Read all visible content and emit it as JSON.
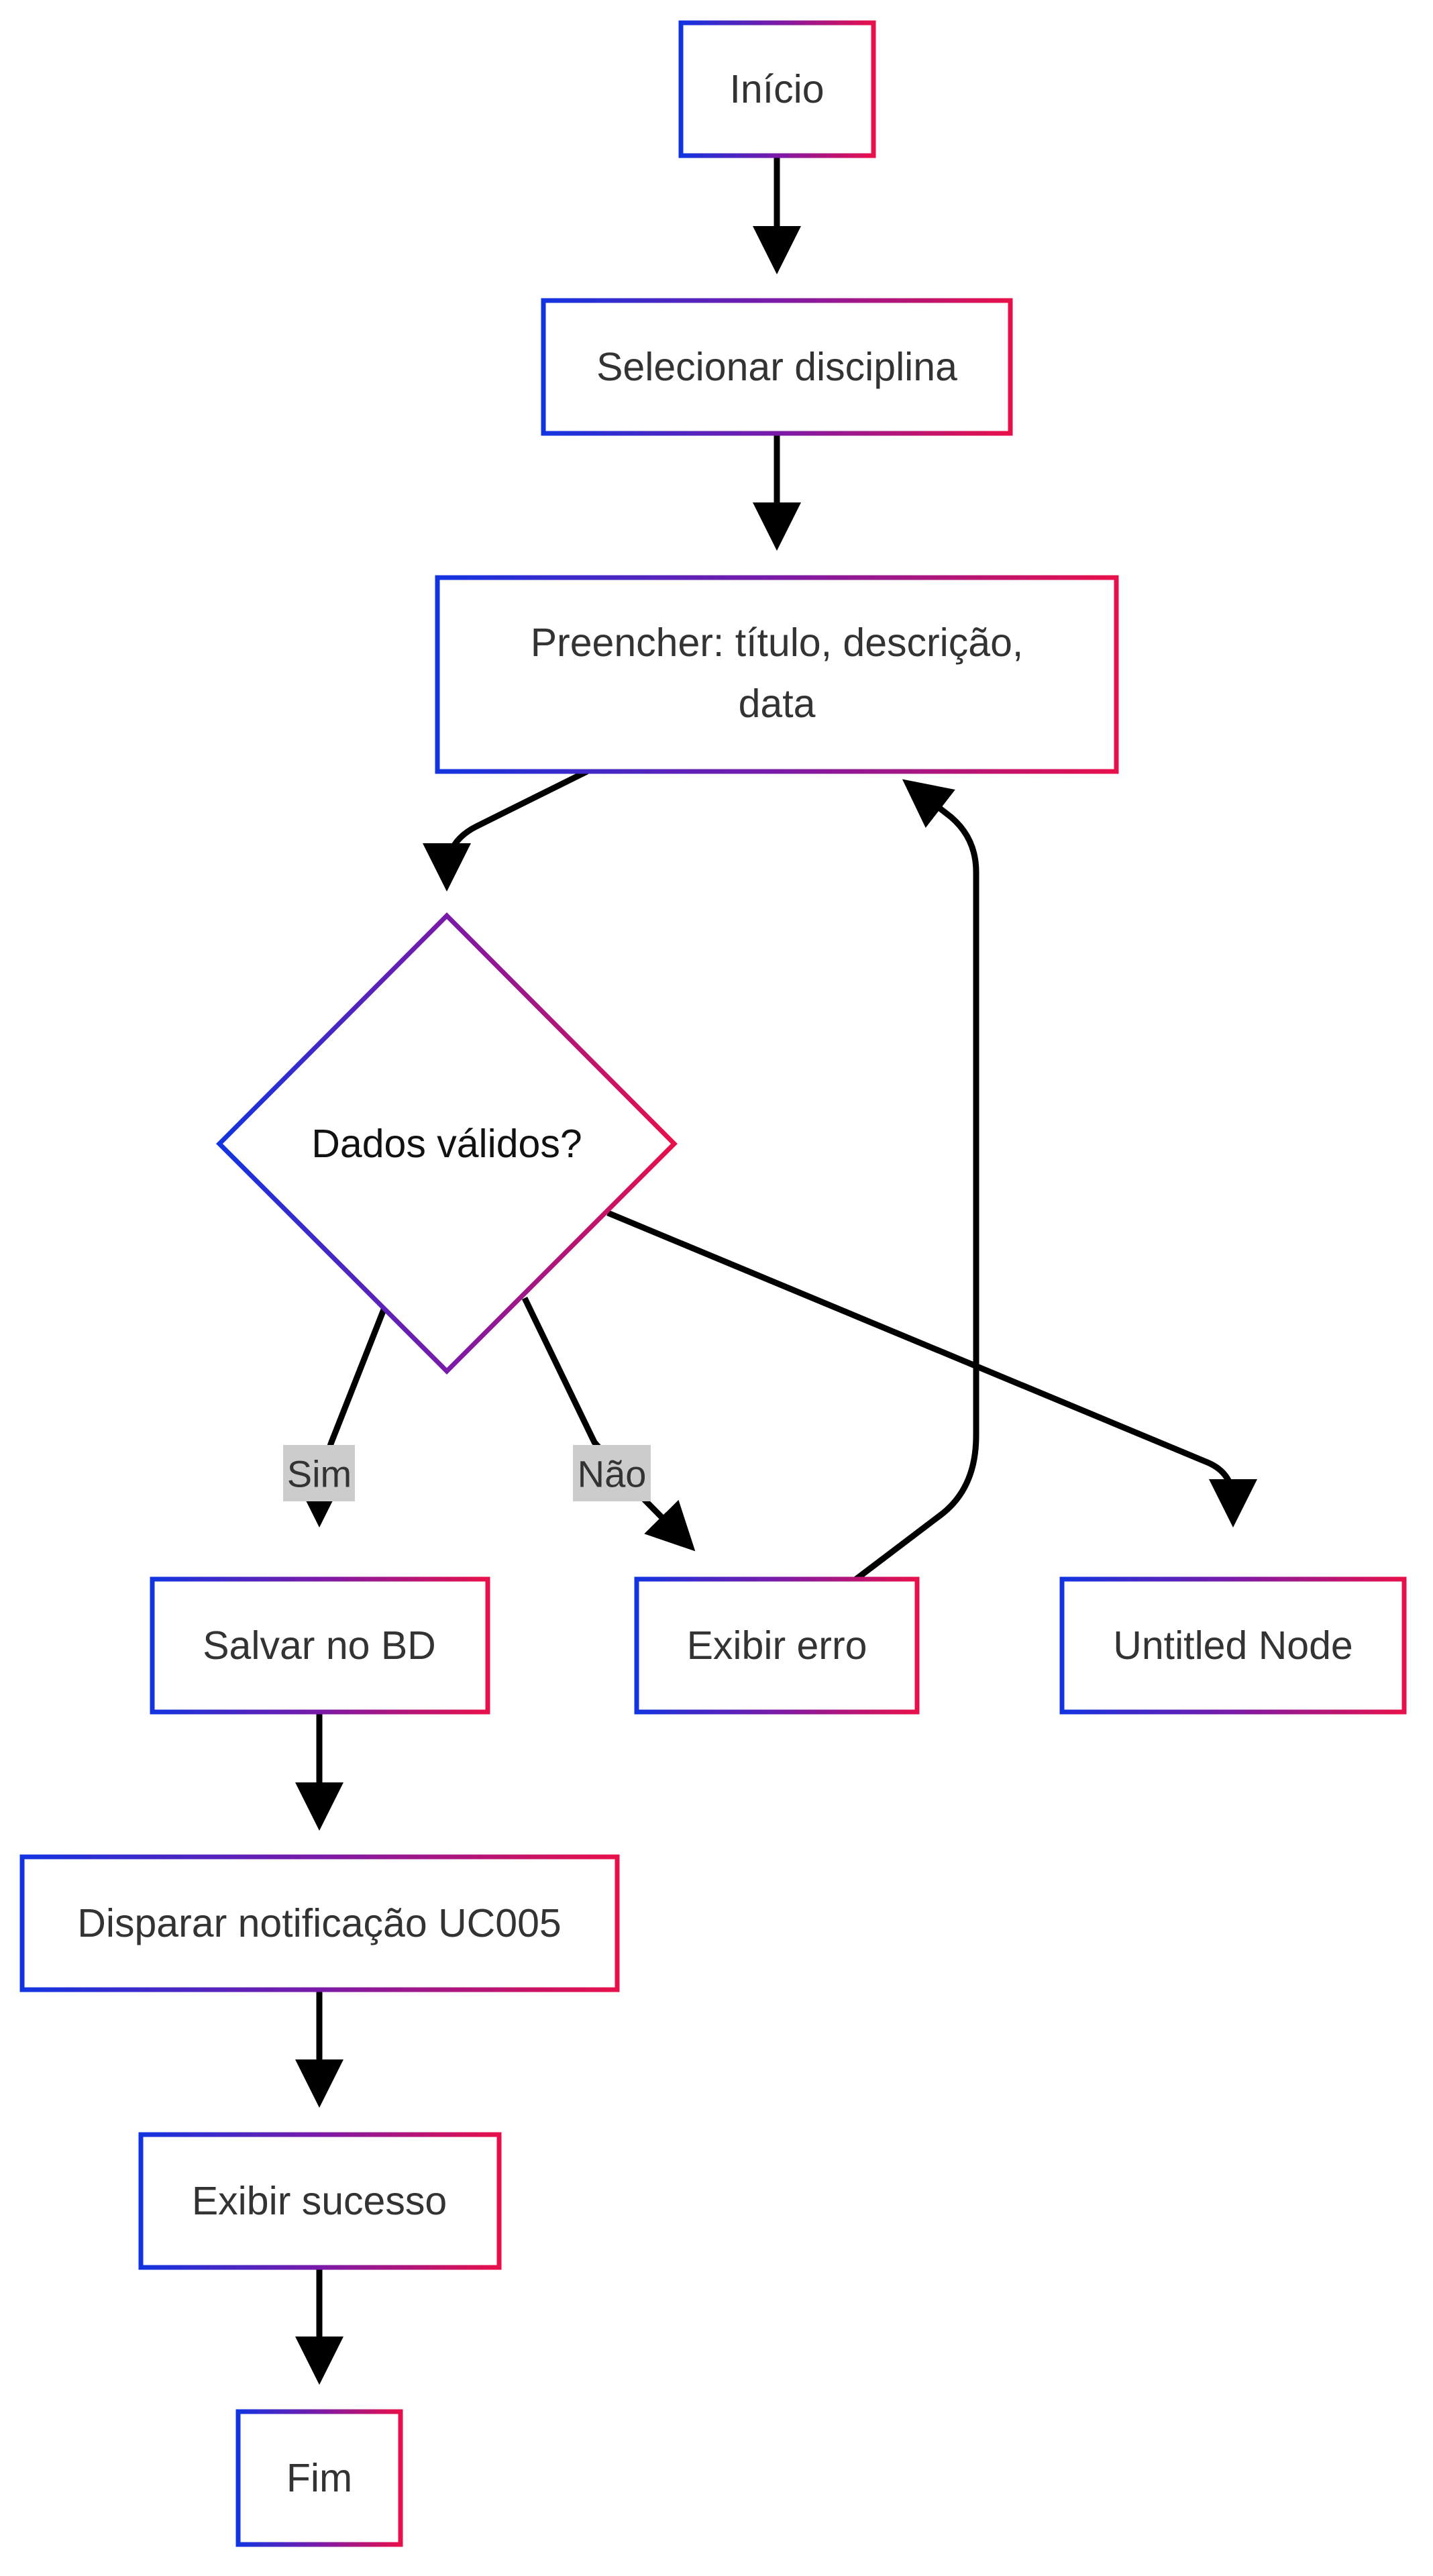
{
  "diagram": {
    "type": "flowchart",
    "colors": {
      "gradient_start": "#1234E0",
      "gradient_mid": "#7A1AA8",
      "gradient_end": "#E8104A",
      "edge": "#000000",
      "edge_label_bg": "#CCCCCC",
      "node_fill": "#FFFFFF"
    },
    "nodes": {
      "inicio": {
        "label": "Início",
        "shape": "rect"
      },
      "selecionar": {
        "label": "Selecionar disciplina",
        "shape": "rect"
      },
      "preencher": {
        "line1": "Preencher: título, descrição,",
        "line2": "data",
        "shape": "rect"
      },
      "decisao": {
        "label": "Dados válidos?",
        "shape": "diamond"
      },
      "salvar": {
        "label": "Salvar no BD",
        "shape": "rect"
      },
      "erro": {
        "label": "Exibir erro",
        "shape": "rect"
      },
      "untitled": {
        "label": "Untitled Node",
        "shape": "rect"
      },
      "disparar": {
        "label": "Disparar notificação UC005",
        "shape": "rect"
      },
      "sucesso": {
        "label": "Exibir sucesso",
        "shape": "rect"
      },
      "fim": {
        "label": "Fim",
        "shape": "rect"
      }
    },
    "edges": [
      {
        "from": "inicio",
        "to": "selecionar"
      },
      {
        "from": "selecionar",
        "to": "preencher"
      },
      {
        "from": "preencher",
        "to": "decisao"
      },
      {
        "from": "decisao",
        "to": "salvar",
        "label": "Sim"
      },
      {
        "from": "decisao",
        "to": "erro",
        "label": "Não"
      },
      {
        "from": "decisao",
        "to": "untitled"
      },
      {
        "from": "erro",
        "to": "preencher"
      },
      {
        "from": "salvar",
        "to": "disparar"
      },
      {
        "from": "disparar",
        "to": "sucesso"
      },
      {
        "from": "sucesso",
        "to": "fim"
      }
    ],
    "edge_labels": {
      "sim": "Sim",
      "nao": "Não"
    }
  }
}
